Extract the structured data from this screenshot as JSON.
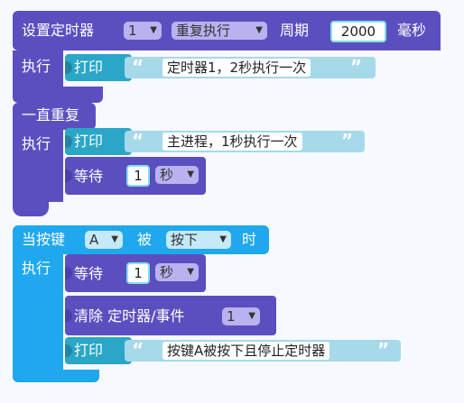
{
  "timer_block": {
    "label_set": "设置定时器",
    "timer_id": "1",
    "mode": "重复执行",
    "label_period": "周期",
    "period": "2000",
    "label_unit": "毫秒",
    "label_do": "执行",
    "print_label": "打印",
    "print_text": "定时器1，2秒执行一次"
  },
  "forever_block": {
    "label": "一直重复",
    "label_do": "执行",
    "print_label": "打印",
    "print_text": "主进程，1秒执行一次",
    "wait_label": "等待",
    "wait_value": "1",
    "wait_unit": "秒"
  },
  "button_block": {
    "label_when": "当按键",
    "button": "A",
    "label_by": "被",
    "event": "按下",
    "label_then": "时",
    "label_do": "执行",
    "wait_label": "等待",
    "wait_value": "1",
    "wait_unit": "秒",
    "clear_label": "清除 定时器/事件",
    "clear_id": "1",
    "print_label": "打印",
    "print_text": "按键A被按下且停止定时器"
  },
  "glyphs": {
    "quote_open": "“",
    "quote_close": "”",
    "dropdown_arrow": "▼"
  },
  "colors": {
    "control_block": "#5b4fc0",
    "event_block": "#1fa8ee",
    "print_block": "#2aa6c6",
    "string_block": "#a6d9ea"
  }
}
